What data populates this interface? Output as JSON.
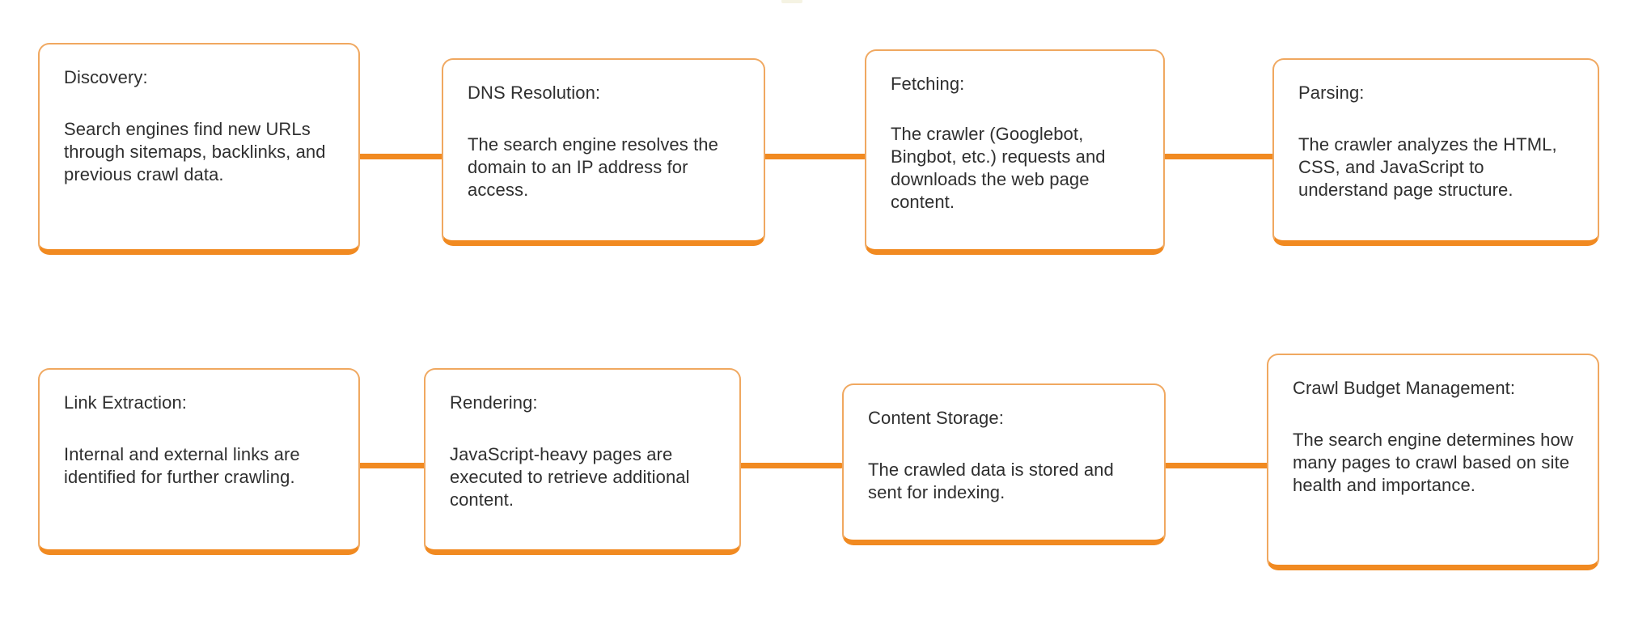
{
  "diagram": {
    "type": "flowchart",
    "accent_color": "#F18A21",
    "border_color": "#F0A860",
    "text_color": "#2F2F2F",
    "background_color": "#FFFFFF",
    "rows": 2,
    "nodes": [
      {
        "id": "discovery",
        "title": "Discovery:",
        "description": "Search engines find new URLs through sitemaps, backlinks, and previous crawl data.",
        "row": 1,
        "order": 1
      },
      {
        "id": "dns-resolution",
        "title": "DNS Resolution:",
        "description": "The search engine resolves the domain to an IP address for access.",
        "row": 1,
        "order": 2
      },
      {
        "id": "fetching",
        "title": "Fetching:",
        "description": "The crawler (Googlebot, Bingbot, etc.) requests and downloads the web page content.",
        "row": 1,
        "order": 3
      },
      {
        "id": "parsing",
        "title": "Parsing:",
        "description": "The crawler analyzes the HTML, CSS, and JavaScript to understand page structure.",
        "row": 1,
        "order": 4
      },
      {
        "id": "link-extraction",
        "title": "Link Extraction:",
        "description": "Internal and external links are identified for further crawling.",
        "row": 2,
        "order": 1
      },
      {
        "id": "rendering",
        "title": "Rendering:",
        "description": "JavaScript-heavy pages are executed to retrieve additional content.",
        "row": 2,
        "order": 2
      },
      {
        "id": "content-storage",
        "title": "Content Storage:",
        "description": "The crawled data is stored and sent for indexing.",
        "row": 2,
        "order": 3
      },
      {
        "id": "crawl-budget-management",
        "title": "Crawl Budget Management:",
        "description": "The search engine determines how many pages to crawl based on site health and importance.",
        "row": 2,
        "order": 4
      }
    ],
    "connectors": [
      {
        "from": "discovery",
        "to": "dns-resolution"
      },
      {
        "from": "dns-resolution",
        "to": "fetching"
      },
      {
        "from": "fetching",
        "to": "parsing"
      },
      {
        "from": "link-extraction",
        "to": "rendering"
      },
      {
        "from": "rendering",
        "to": "content-storage"
      },
      {
        "from": "content-storage",
        "to": "crawl-budget-management"
      }
    ]
  }
}
